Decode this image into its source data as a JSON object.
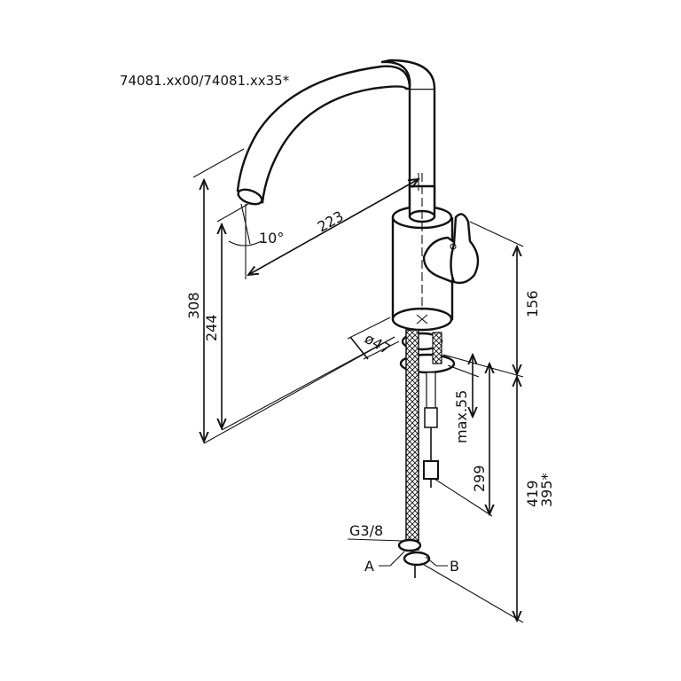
{
  "title": "74081.xx00/74081.xx35*",
  "dimensions": {
    "overall_height": "308",
    "spout_height": "244",
    "reach": "223",
    "angle": "10°",
    "body_height": "156",
    "diameter": "ø47",
    "max_thickness": "max.55",
    "shank_length": "299",
    "total_length": "419",
    "total_length_alt": "395*"
  },
  "labels": {
    "thread": "G3/8",
    "hose_a": "A",
    "hose_b": "B"
  },
  "colors": {
    "line": "#111111",
    "background": "#ffffff"
  }
}
